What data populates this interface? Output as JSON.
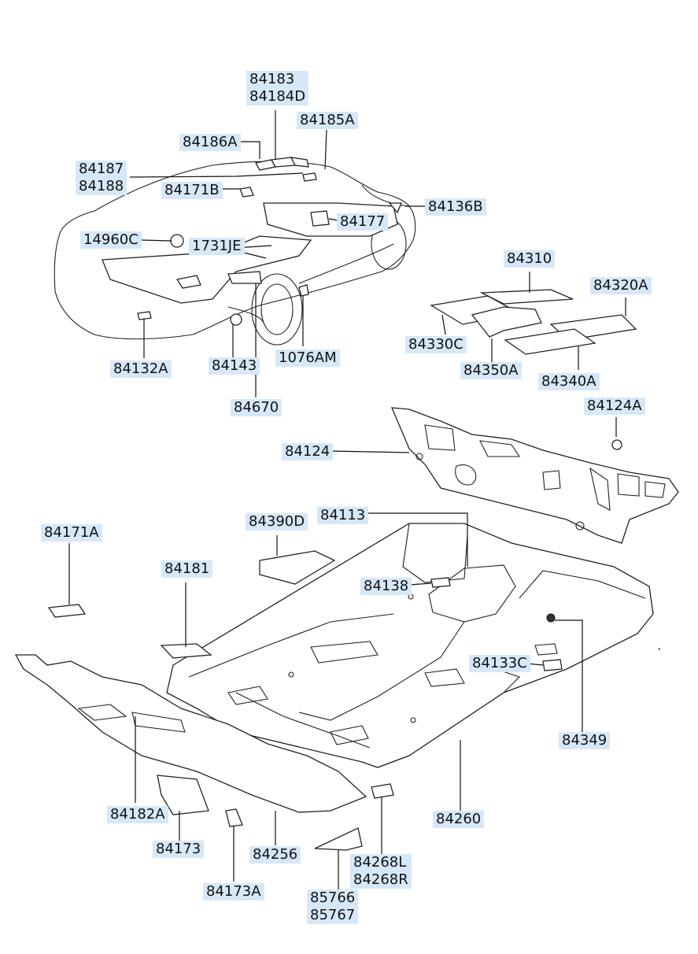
{
  "labels": {
    "p84183": "84183\n84184D",
    "p84185a": "84185A",
    "p84186a": "84186A",
    "p84187": "84187\n84188",
    "p84171b": "84171B",
    "p84136b": "84136B",
    "p84177": "84177",
    "p14960c": "14960C",
    "p1731je": "1731JE",
    "p84310": "84310",
    "p84320a": "84320A",
    "p84330c": "84330C",
    "p84350a": "84350A",
    "p84340a": "84340A",
    "p84132a": "84132A",
    "p84143": "84143",
    "p1076am": "1076AM",
    "p84670": "84670",
    "p84124a": "84124A",
    "p84124": "84124",
    "p84171a": "84171A",
    "p84390d": "84390D",
    "p84113": "84113",
    "p84181": "84181",
    "p84138": "84138",
    "p84133c": "84133C",
    "p84349": "84349",
    "p84182a": "84182A",
    "p84173": "84173",
    "p84256": "84256",
    "p84260": "84260",
    "p84268": "84268L\n84268R",
    "p84173a": "84173A",
    "p85766": "85766\n85767"
  }
}
